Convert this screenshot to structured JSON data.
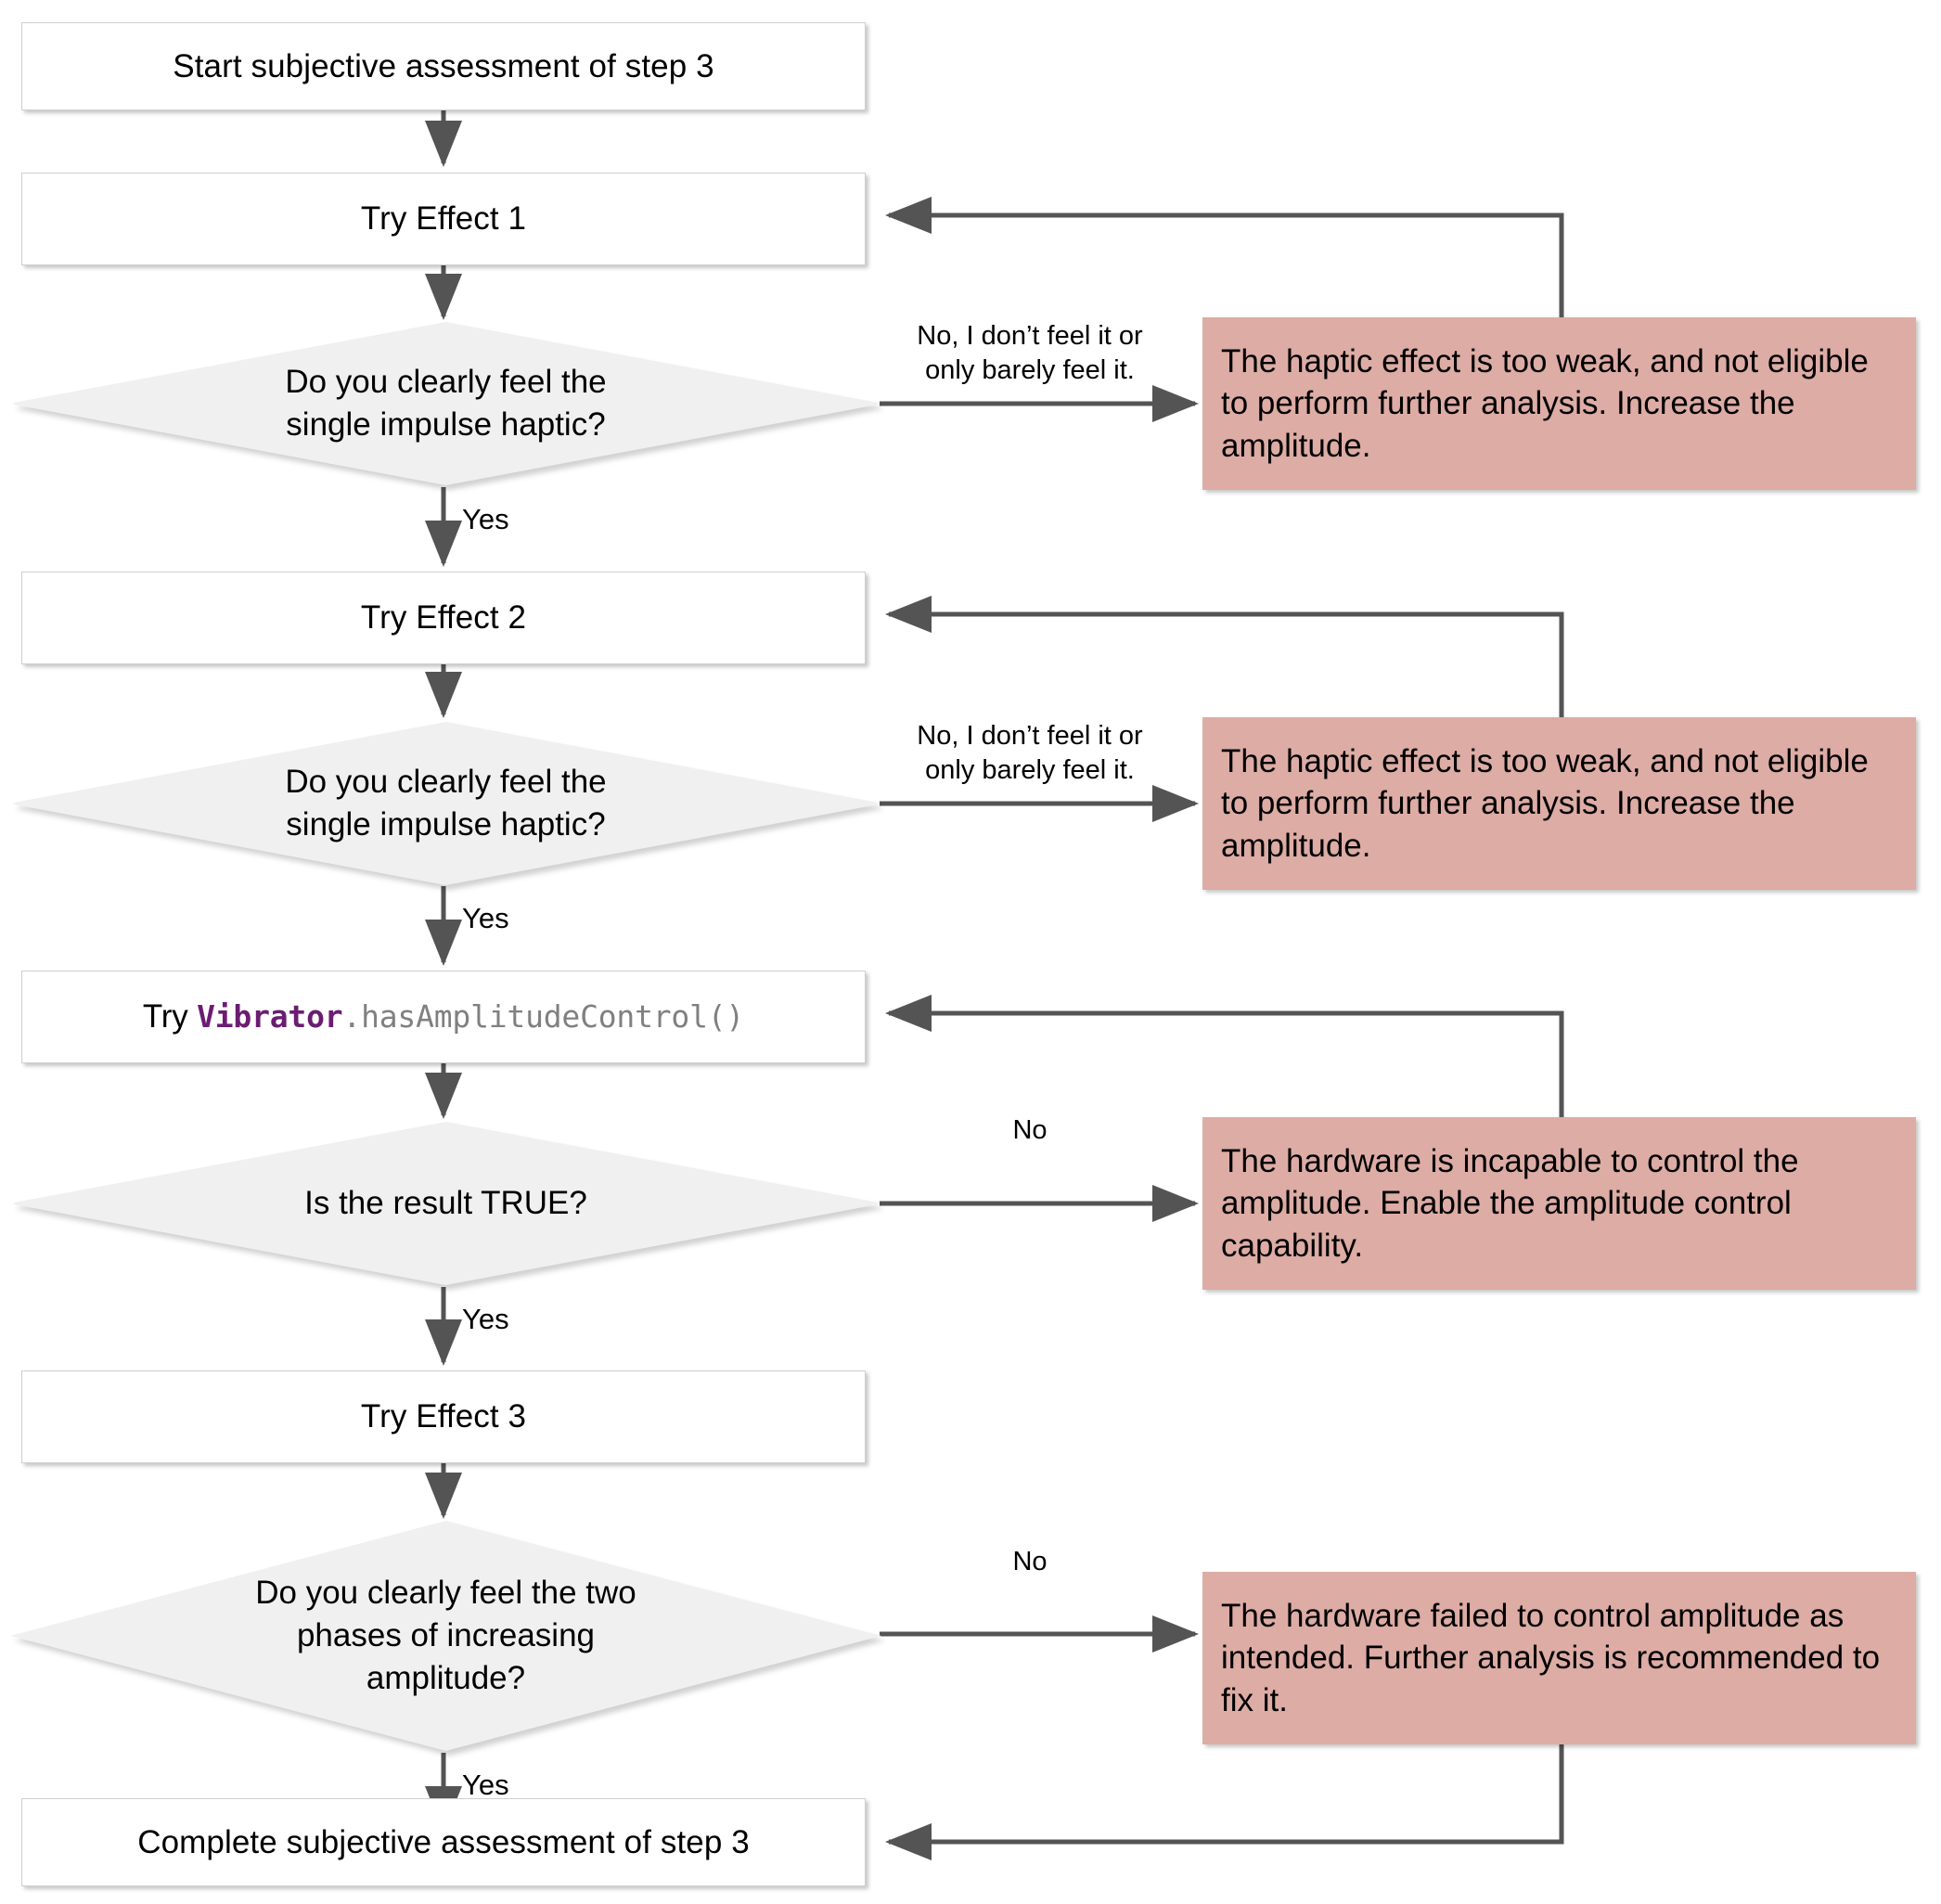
{
  "diagram": {
    "title": "Subjective assessment of step 3 flowchart",
    "colors": {
      "note_fill": "#ddaca5",
      "decision_fill": "#f0f0f0",
      "process_fill": "#ffffff",
      "connector": "#545454",
      "code_class": "#6b1d72",
      "code_method": "#808080"
    }
  },
  "nodes": {
    "start": {
      "label": "Start subjective assessment of step 3"
    },
    "try_effect_1": {
      "label": "Try Effect 1"
    },
    "decision_1": {
      "line1": "Do you clearly feel the",
      "line2": "single impulse haptic?"
    },
    "try_effect_2": {
      "label": "Try Effect 2"
    },
    "decision_2": {
      "line1": "Do you clearly feel the",
      "line2": "single impulse haptic?"
    },
    "try_has_amplitude_control": {
      "prefix": "Try ",
      "class_name": "Vibrator",
      "method": ".hasAmplitudeControl()"
    },
    "decision_3": {
      "line1": "Is the result TRUE?"
    },
    "try_effect_3": {
      "label": "Try Effect 3"
    },
    "decision_4": {
      "line1": "Do you clearly feel the two",
      "line2": "phases of increasing",
      "line3": "amplitude?"
    },
    "complete": {
      "label": "Complete subjective assessment of step 3"
    }
  },
  "notes": {
    "note_weak_1": {
      "text": "The haptic effect is too weak, and not eligible to perform further analysis. Increase the amplitude."
    },
    "note_weak_2": {
      "text": "The haptic effect is too weak, and not eligible to perform further analysis. Increase the amplitude."
    },
    "note_no_amp_control": {
      "text": "The hardware is incapable to control the amplitude. Enable the amplitude control capability."
    },
    "note_amp_failed": {
      "text": "The hardware failed to control amplitude as intended. Further analysis is recommended to fix it."
    }
  },
  "edge_labels": {
    "no_feel_1_line1": "No, I don’t feel it or",
    "no_feel_1_line2": "only barely feel it.",
    "no_feel_2_line1": "No, I don’t feel it or",
    "no_feel_2_line2": "only barely feel it.",
    "yes_1": "Yes",
    "yes_2": "Yes",
    "yes_3": "Yes",
    "yes_4": "Yes",
    "no_3": "No",
    "no_4": "No"
  }
}
